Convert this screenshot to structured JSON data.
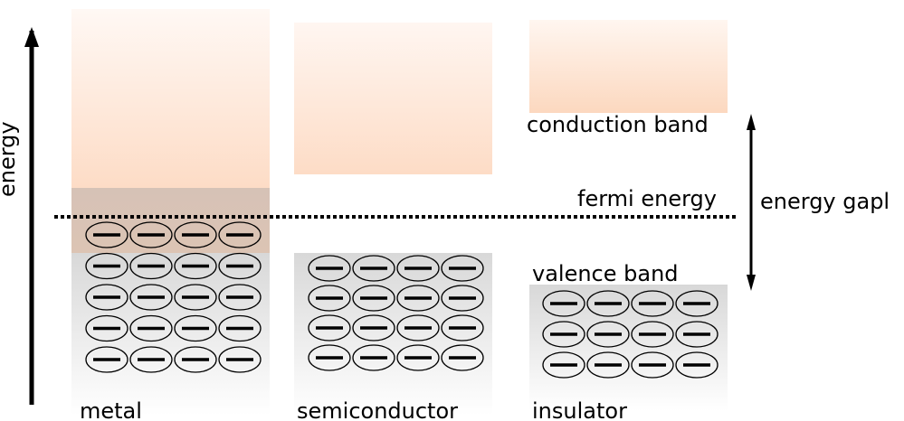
{
  "axis_label": "energy",
  "labels": {
    "conduction_band": "conduction band",
    "fermi_energy": "fermi energy",
    "energy_gap": "energy gapl",
    "valence_band": "valence band"
  },
  "materials": [
    {
      "name": "metal",
      "electron_rows": 5,
      "electrons_per_row": 4
    },
    {
      "name": "semiconductor",
      "electron_rows": 4,
      "electrons_per_row": 4
    },
    {
      "name": "insulator",
      "electron_rows": 3,
      "electrons_per_row": 4
    }
  ],
  "colors": {
    "conduction": "#fcd9c0",
    "overlap": "#d8c0b2",
    "valence": "#d6d6d6"
  }
}
